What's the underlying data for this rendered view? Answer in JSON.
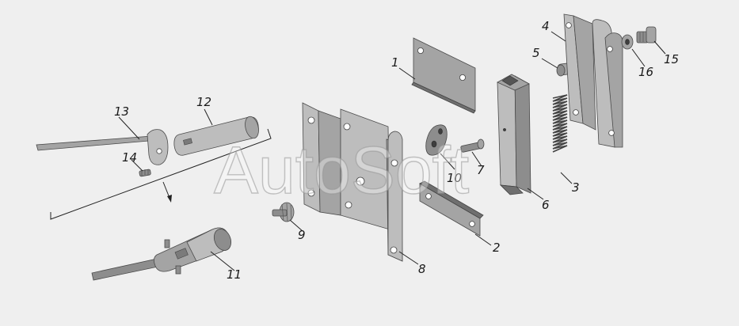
{
  "watermark": "AutoSoft",
  "labels": [
    {
      "id": "1",
      "text": "1"
    },
    {
      "id": "2",
      "text": "2"
    },
    {
      "id": "3",
      "text": "3"
    },
    {
      "id": "4",
      "text": "4"
    },
    {
      "id": "5",
      "text": "5"
    },
    {
      "id": "6",
      "text": "6"
    },
    {
      "id": "7",
      "text": "7"
    },
    {
      "id": "8",
      "text": "8"
    },
    {
      "id": "9",
      "text": "9"
    },
    {
      "id": "10",
      "text": "10"
    },
    {
      "id": "11",
      "text": "11"
    },
    {
      "id": "12",
      "text": "12"
    },
    {
      "id": "13",
      "text": "13"
    },
    {
      "id": "14",
      "text": "14"
    },
    {
      "id": "15",
      "text": "15"
    },
    {
      "id": "16",
      "text": "16"
    }
  ],
  "colors": {
    "background": "#efefef",
    "part": "#a4a4a4",
    "label": "#1a1a1a"
  }
}
